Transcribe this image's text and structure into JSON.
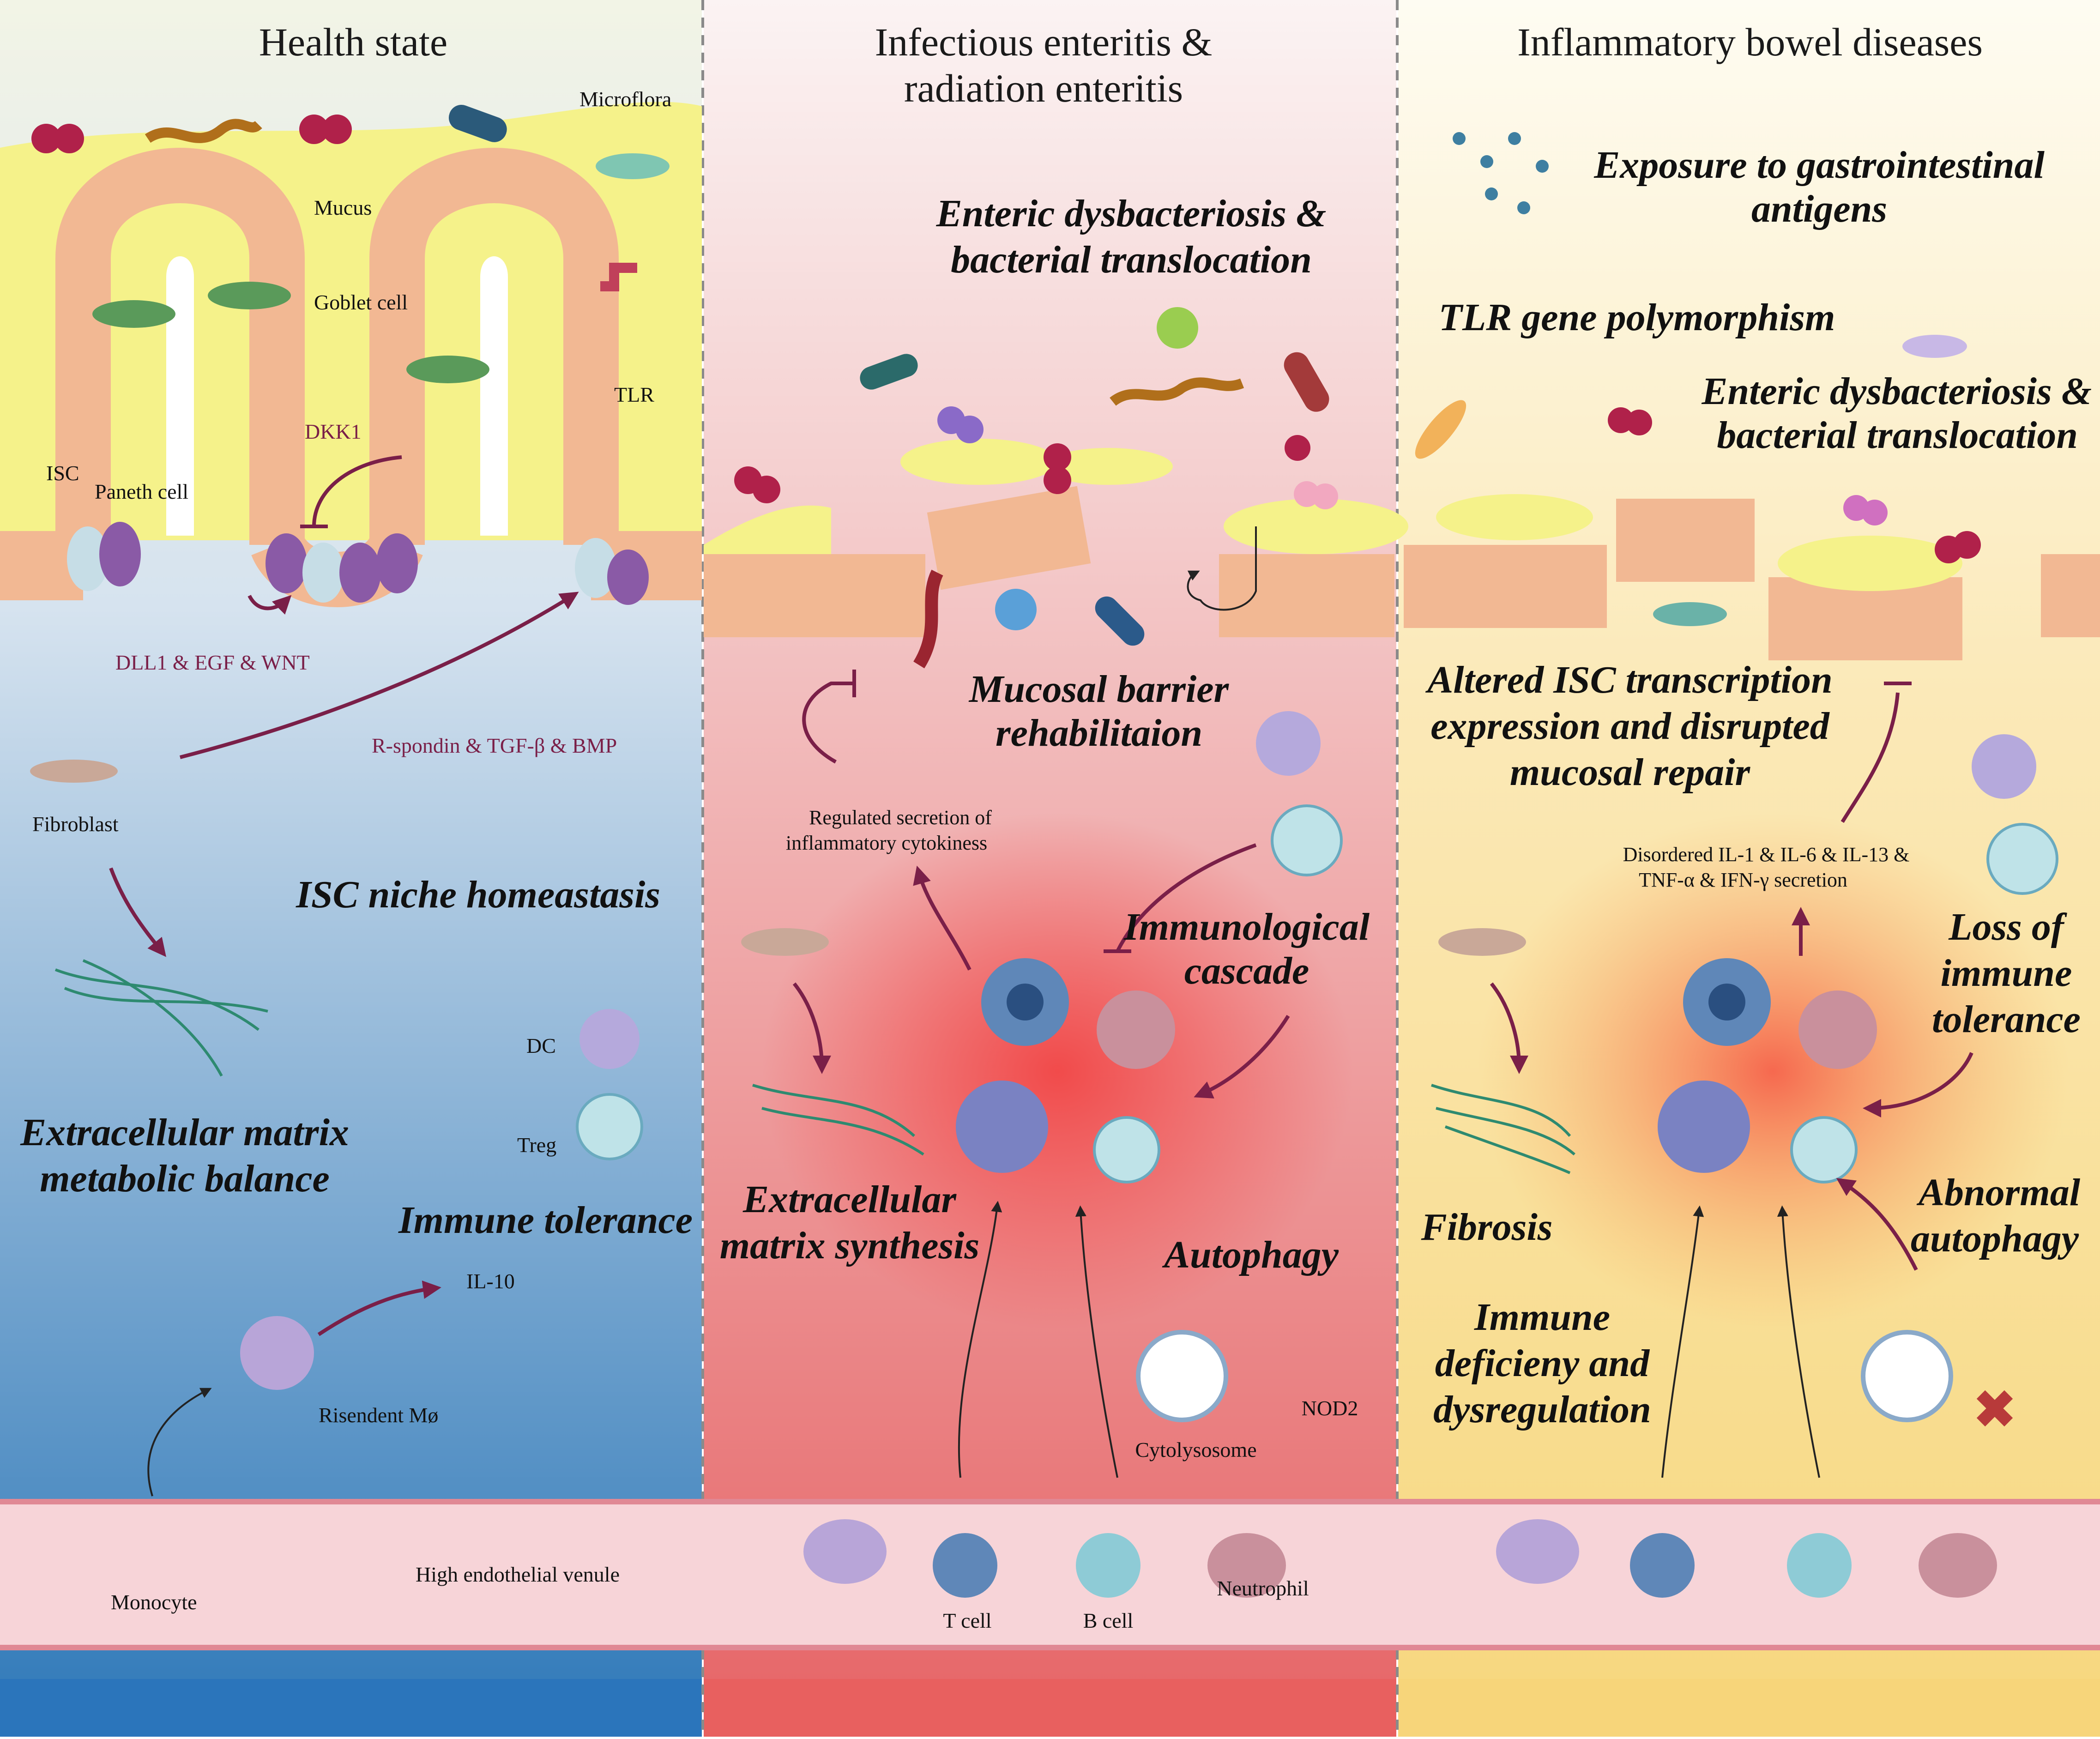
{
  "panels": [
    {
      "title": "Health state",
      "labels": {
        "microflora": "Microflora",
        "mucus": "Mucus",
        "goblet_cell": "Goblet cell",
        "tlr": "TLR",
        "dkk1": "DKK1",
        "isc": "ISC",
        "paneth_cell": "Paneth cell",
        "dll1": "DLL1 & EGF & WNT",
        "rspondin": "R-spondin & TGF-β & BMP",
        "fibroblast": "Fibroblast",
        "dc": "DC",
        "treg": "Treg",
        "il10": "IL-10",
        "resident_mo": "Risendent Mø",
        "monocyte": "Monocyte",
        "hev": "High endothelial venule"
      },
      "headings": {
        "isc_niche": "ISC niche homeastasis",
        "ecm_1": "Extracellular matrix",
        "ecm_2": "metabolic balance",
        "immune_tolerance": "Immune tolerance"
      }
    },
    {
      "title_1": "Infectious enteritis &",
      "title_2": "radiation enteritis",
      "labels": {
        "regulated_1": "Regulated secretion of",
        "regulated_2": "inflammatory cytokiness",
        "cytolysosome": "Cytolysosome",
        "nod2": "NOD2",
        "t_cell": "T cell",
        "b_cell": "B cell",
        "neutrophil": "Neutrophil"
      },
      "headings": {
        "dysbac_1": "Enteric dysbacteriosis &",
        "dysbac_2": "bacterial translocation",
        "mucosal_1": "Mucosal barrier",
        "mucosal_2": "rehabilitaion",
        "immuno_1": "Immunological",
        "immuno_2": "cascade",
        "ecm_syn_1": "Extracellular",
        "ecm_syn_2": "matrix synthesis",
        "autophagy": "Autophagy"
      }
    },
    {
      "title": "Inflammatory bowel diseases",
      "labels": {
        "cytokines_1": "Disordered IL-1 & IL-6 & IL-13 &",
        "cytokines_2": "TNF-α & IFN-γ secretion"
      },
      "headings": {
        "exposure_1": "Exposure to gastrointestinal",
        "exposure_2": "antigens",
        "tlr_poly": "TLR gene polymorphism",
        "dysbac_1": "Enteric dysbacteriosis &",
        "dysbac_2": "bacterial translocation",
        "altered_1": "Altered ISC transcription",
        "altered_2": "expression and disrupted",
        "altered_3": "mucosal repair",
        "loss_1": "Loss of",
        "loss_2": "immune",
        "loss_3": "tolerance",
        "fibrosis": "Fibrosis",
        "deficiency_1": "Immune",
        "deficiency_2": "deficieny and",
        "deficiency_3": "dysregulation",
        "abnormal_1": "Abnormal",
        "abnormal_2": "autophagy"
      }
    }
  ],
  "colors": {
    "health_top": "#f6f6d8",
    "health_bottom": "#2e78b8",
    "enteritis_top": "#fbf2f2",
    "enteritis_bottom": "#e66466",
    "ibd_top": "#fdfbf0",
    "ibd_bottom": "#f7d77d",
    "mucus": "#f5f28a",
    "epithelium": "#f7c9a8",
    "arrow": "#7a1f48",
    "vessel": "#f7d4d8"
  }
}
